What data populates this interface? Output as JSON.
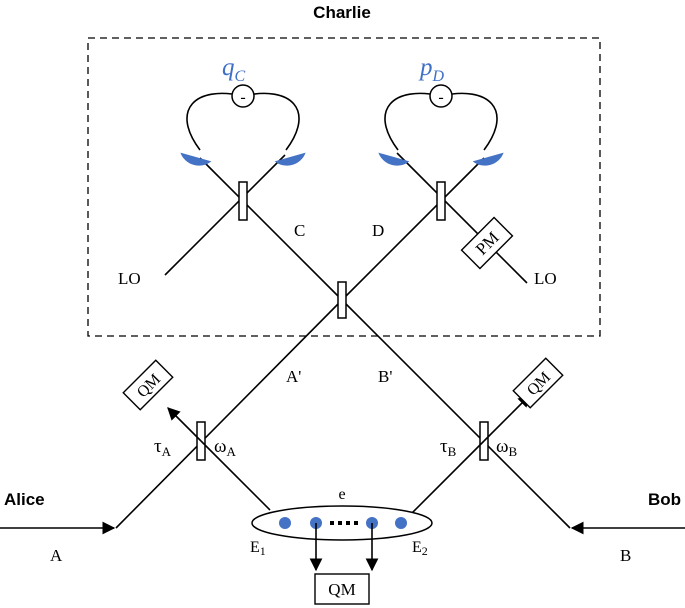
{
  "title": "Charlie",
  "parties": {
    "alice": "Alice",
    "bob": "Bob"
  },
  "modes": {
    "a": "A",
    "b": "B",
    "a_prime": "A'",
    "b_prime": "B'",
    "c": "C",
    "d": "D"
  },
  "local_oscillator": "LO",
  "phase_modulator": "PM",
  "quantum_memory": "QM",
  "detectors": {
    "left": {
      "var": "q",
      "sub": "C"
    },
    "right": {
      "var": "p",
      "sub": "D"
    },
    "minus": "-"
  },
  "beam_splitters": {
    "alice": {
      "t": "τ",
      "w": "ω",
      "sub": "A"
    },
    "bob": {
      "t": "τ",
      "w": "ω",
      "sub": "B"
    }
  },
  "environment": {
    "label": "e",
    "e1": "E",
    "e1_sub": "1",
    "e2": "E",
    "e2_sub": "2"
  },
  "colors": {
    "accent": "#3f6fc6",
    "line": "#000000",
    "background": "#ffffff"
  }
}
